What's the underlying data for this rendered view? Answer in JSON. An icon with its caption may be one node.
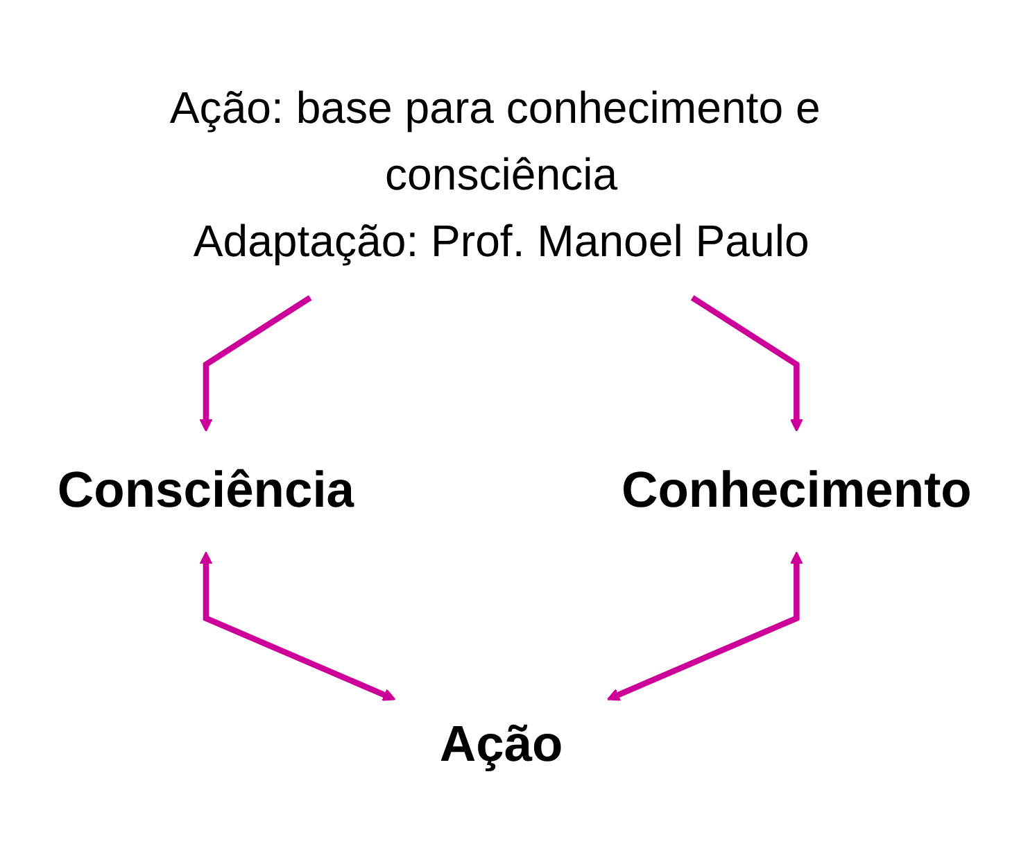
{
  "diagram": {
    "nodes": [
      {
        "text": [
          "Ação: base para conhecimento e consciência",
          "Adaptação: Prof. Manoel Paulo"
        ]
      },
      {
        "text": [
          "Consciência"
        ]
      },
      {
        "text": [
          "Conhecimento"
        ]
      },
      {
        "text": [
          "Ação"
        ]
      }
    ],
    "edges": [
      {
        "from": 0,
        "to": 1,
        "arrow": "to"
      },
      {
        "from": 0,
        "to": 2,
        "arrow": "to"
      },
      {
        "from": 1,
        "to": 3,
        "arrow": "both"
      },
      {
        "from": 2,
        "to": 3,
        "arrow": "both"
      }
    ]
  }
}
